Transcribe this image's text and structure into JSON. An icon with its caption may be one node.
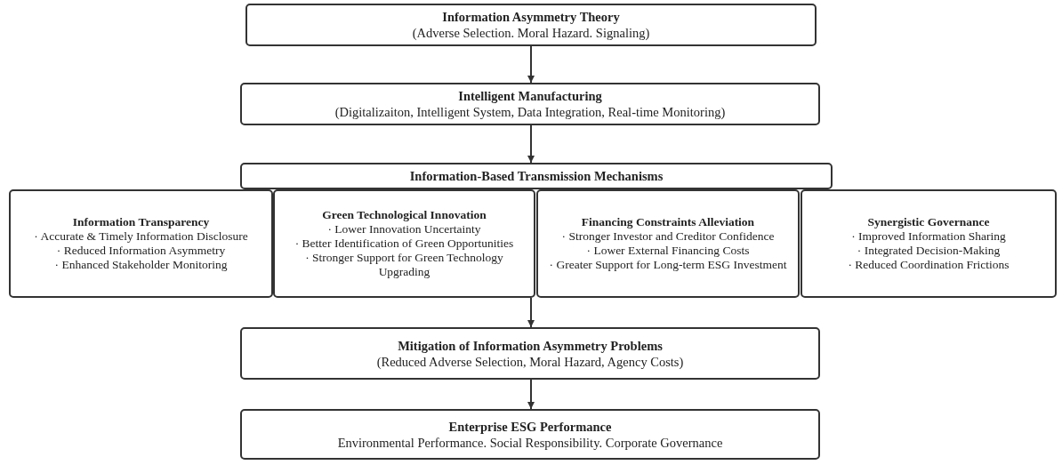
{
  "diagram": {
    "nodes": [
      {
        "text": [
          "Information Asymmetry Theory",
          "(Adverse Selection. Moral Hazard. Signaling)"
        ]
      },
      {
        "text": [
          "Intelligent Manufacturing",
          "(Digitalizaiton, Intelligent System, Data Integration, Real-time Monitoring)"
        ]
      },
      {
        "text": [
          "Information-Based Transmission Mechanisms"
        ]
      },
      {
        "text": [
          "Information Transparency",
          "· Accurate & Timely Information Disclosure",
          "· Reduced Information Asymmetry",
          "· Enhanced Stakeholder Monitoring"
        ]
      },
      {
        "text": [
          "Green Technological Innovation",
          "· Lower Innovation Uncertainty",
          "· Better Identification of Green Opportunities",
          "· Stronger Support for Green Technology Upgrading"
        ]
      },
      {
        "text": [
          "Financing Constraints Alleviation",
          "· Stronger Investor and Creditor Confidence",
          "· Lower External Financing Costs",
          "· Greater Support for Long-term ESG Investment"
        ]
      },
      {
        "text": [
          "Synergistic Governance",
          "· Improved Information Sharing",
          "· Integrated Decision-Making",
          "· Reduced Coordination Frictions"
        ]
      },
      {
        "text": [
          "Mitigation of Information Asymmetry Problems",
          "(Reduced Adverse Selection, Moral Hazard, Agency Costs)"
        ]
      },
      {
        "text": [
          "Enterprise ESG Performance",
          "Environmental Performance. Social Responsibility. Corporate Governance"
        ]
      }
    ],
    "edges": [
      {
        "from": 0,
        "to": 1,
        "arrow": "to"
      },
      {
        "from": 1,
        "to": 2,
        "arrow": "to"
      },
      {
        "from": 4,
        "to": 7,
        "arrow": "to"
      },
      {
        "from": 7,
        "to": 8,
        "arrow": "to"
      }
    ]
  }
}
